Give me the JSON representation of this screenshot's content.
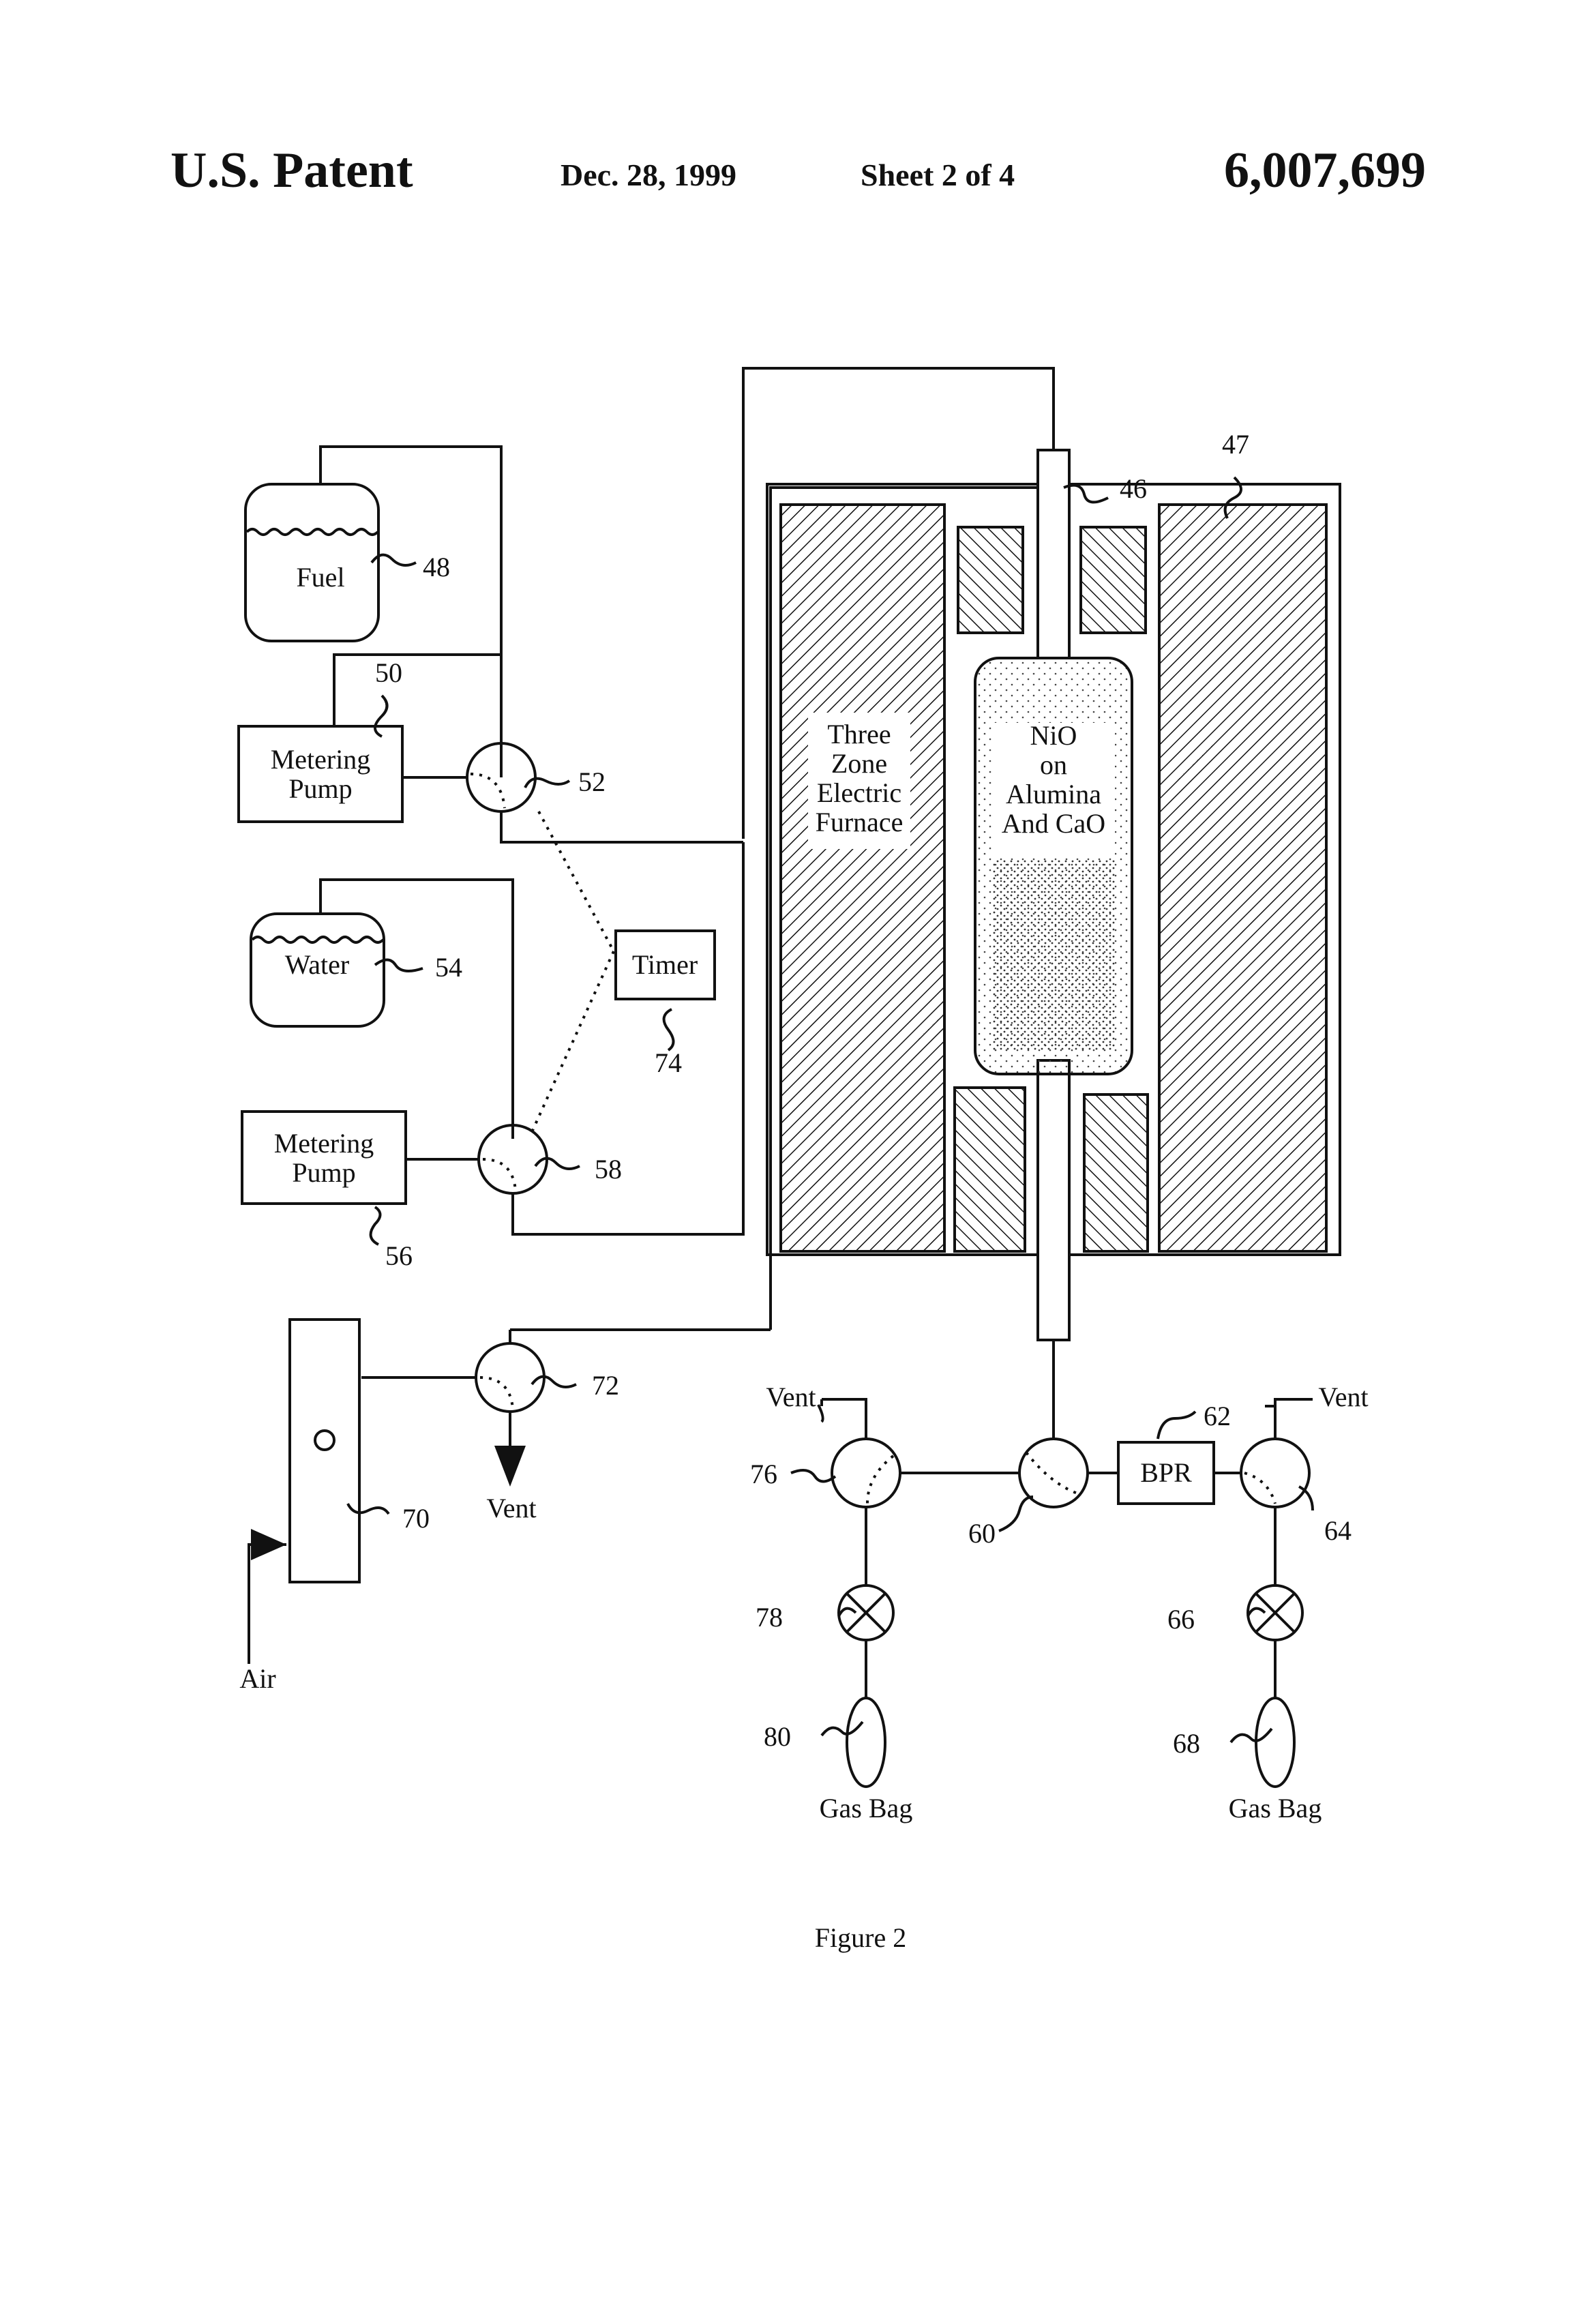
{
  "header": {
    "left": "U.S. Patent",
    "date": "Dec. 28, 1999",
    "sheet": "Sheet 2 of 4",
    "number": "6,007,699"
  },
  "labels": {
    "fuel": "Fuel",
    "water": "Water",
    "metering_pump_line1": "Metering",
    "metering_pump_line2": "Pump",
    "timer": "Timer",
    "furnace_line1": "Three",
    "furnace_line2": "Zone",
    "furnace_line3": "Electric",
    "furnace_line4": "Furnace",
    "catalyst_line1": "NiO",
    "catalyst_line2": "on",
    "catalyst_line3": "Alumina",
    "catalyst_line4": "And CaO",
    "bpr": "BPR",
    "vent": "Vent",
    "air": "Air",
    "gas_bag": "Gas Bag"
  },
  "refs": {
    "r46": "46",
    "r47": "47",
    "r48": "48",
    "r50": "50",
    "r52": "52",
    "r54": "54",
    "r56": "56",
    "r58": "58",
    "r60": "60",
    "r62": "62",
    "r64": "64",
    "r66": "66",
    "r68": "68",
    "r70": "70",
    "r72": "72",
    "r74": "74",
    "r76": "76",
    "r78": "78",
    "r80": "80"
  },
  "caption": "Figure 2"
}
